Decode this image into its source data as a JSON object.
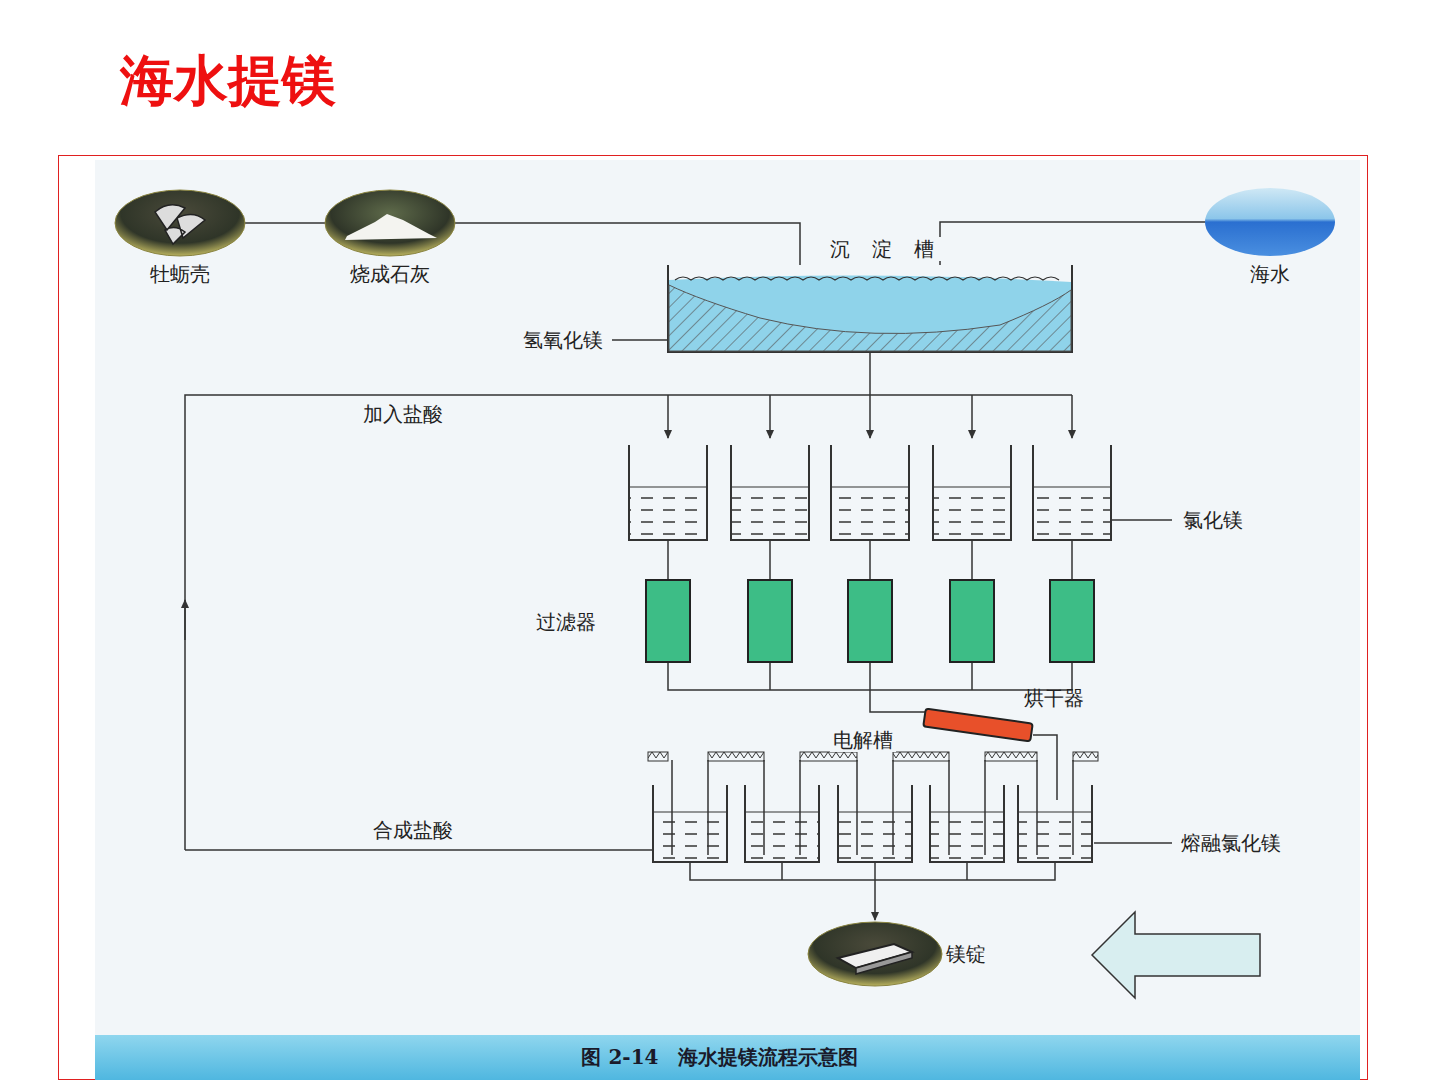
{
  "diagram": {
    "title": "海水提镁",
    "caption": "图 2-14　海水提镁流程示意图",
    "nodes": [
      {
        "text": [
          "牡蛎壳"
        ]
      },
      {
        "text": [
          "烧成石灰"
        ]
      },
      {
        "text": [
          "沉淀槽"
        ]
      },
      {
        "text": [
          "海水"
        ]
      },
      {
        "text": [
          "烘干器"
        ]
      },
      {
        "text": [
          "镁锭"
        ]
      }
    ],
    "edges": [
      {
        "from": 0,
        "to": 1,
        "arrow": "none"
      },
      {
        "from": 1,
        "to": 2,
        "arrow": "none"
      },
      {
        "from": 3,
        "to": 2,
        "arrow": "none"
      }
    ],
    "labels": [
      "氢氧化镁",
      "加入盐酸",
      "氯化镁",
      "过滤器",
      "电解槽",
      "合成盐酸",
      "熔融氯化镁"
    ]
  }
}
